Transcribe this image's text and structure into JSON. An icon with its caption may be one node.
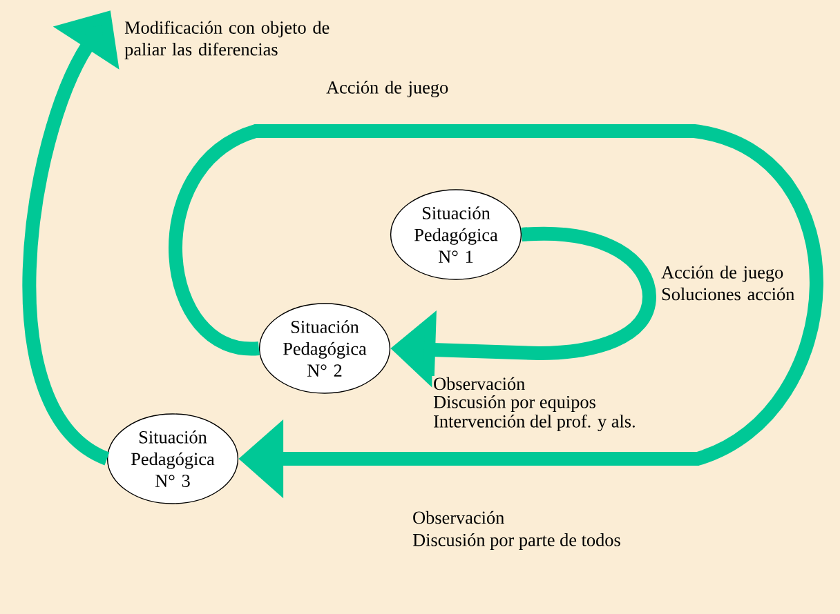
{
  "diagram": {
    "nodes": [
      {
        "text": [
          "Situación Pedagógica N° 1"
        ]
      },
      {
        "text": [
          "Situación Pedagógica N° 2"
        ]
      },
      {
        "text": [
          "Situación Pedagógica N° 3"
        ]
      }
    ],
    "edges": [
      {
        "from": 0,
        "to": 1,
        "arrow": "to",
        "label": "Acción de juego Soluciones acción"
      },
      {
        "from": 1,
        "to": 2,
        "arrow": "to",
        "label": "Acción de juego"
      },
      {
        "from": 2,
        "to": null,
        "arrow": "to",
        "label": "Modificación con objeto de paliar las diferencias"
      }
    ],
    "labels": [
      "Observación",
      "Discusión por equipos",
      "Intervención del prof. y als.",
      "Observación",
      "Discusión por parte de todos"
    ]
  }
}
